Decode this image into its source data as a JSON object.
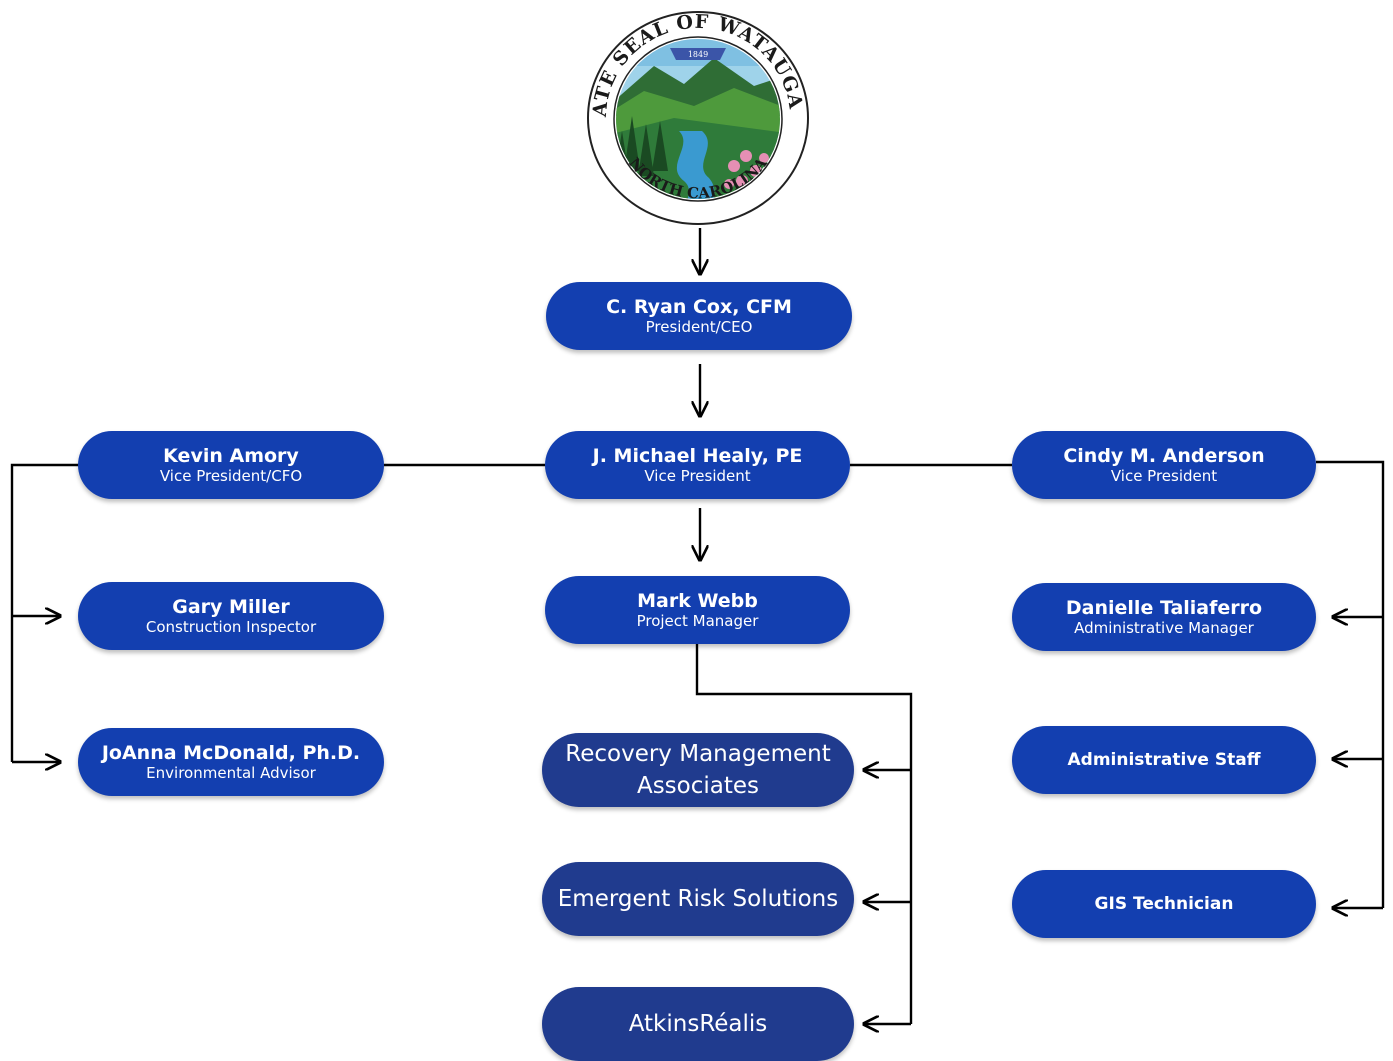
{
  "seal": {
    "ring_text_top": "CORPORATE SEAL OF WATAUGA COUNTY",
    "ring_text_bottom": "NORTH CAROLINA",
    "year": "1849"
  },
  "nodes": {
    "ceo": {
      "name": "C. Ryan Cox, CFM",
      "role": "President/CEO"
    },
    "vp_center": {
      "name": "J. Michael Healy, PE",
      "role": "Vice President"
    },
    "vp_left": {
      "name": "Kevin Amory",
      "role": "Vice President/CFO"
    },
    "vp_right": {
      "name": "Cindy M. Anderson",
      "role": "Vice President"
    },
    "left_1": {
      "name": "Gary Miller",
      "role": "Construction Inspector"
    },
    "left_2": {
      "name": "JoAnna McDonald, Ph.D.",
      "role": "Environmental Advisor"
    },
    "center_1": {
      "name": "Mark Webb",
      "role": "Project Manager"
    },
    "right_1": {
      "name": "Danielle Taliaferro",
      "role": "Administrative Manager"
    },
    "right_2": {
      "name": "Administrative Staff"
    },
    "right_3": {
      "name": "GIS Technician"
    }
  },
  "firms": [
    "Recovery Management Associates",
    "Emergent Risk Solutions",
    "AtkinsRéalis"
  ],
  "colors": {
    "box": "#133fb0",
    "firm_box": "#203b8e",
    "text": "#ffffff",
    "line": "#000000"
  }
}
